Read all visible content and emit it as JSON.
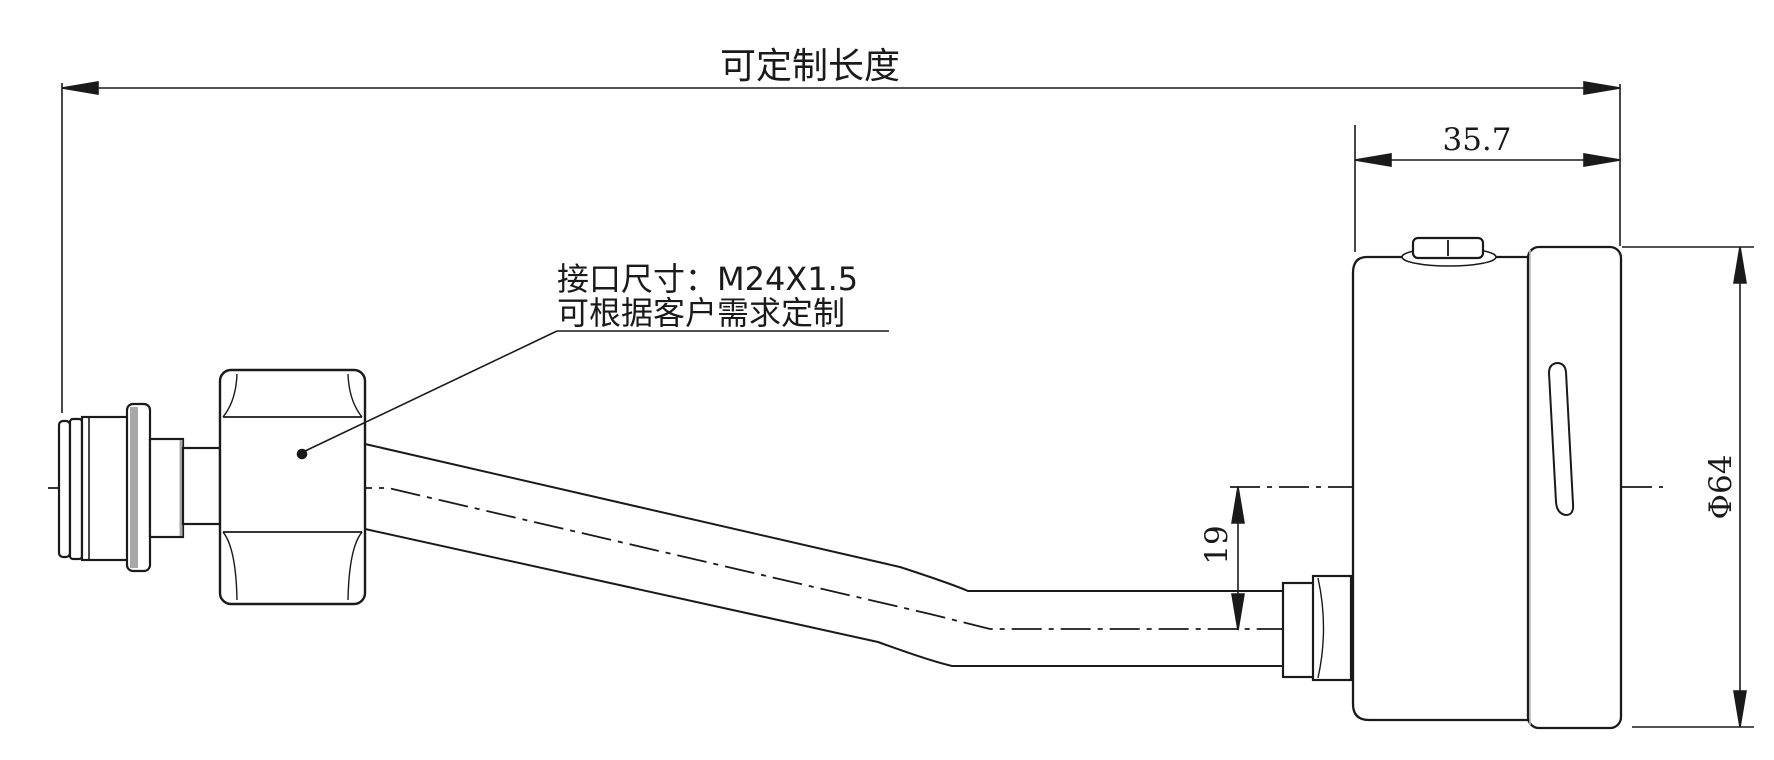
{
  "drawing": {
    "type": "engineering-drawing",
    "subject": "pressure gauge with capillary tube and customizable fitting (side view)",
    "colors": {
      "background": "#ffffff",
      "line": "#1a1a1a",
      "shade": "#a8a8a8"
    },
    "dimensions": {
      "overall_length": {
        "label": "可定制长度"
      },
      "gauge_depth": {
        "label": "35.7"
      },
      "gauge_diameter": {
        "label": "Φ64"
      },
      "stem_offset": {
        "label": "19"
      }
    },
    "annotation": {
      "line1": "接口尺寸：M24X1.5",
      "line2": "可根据客户需求定制"
    }
  }
}
